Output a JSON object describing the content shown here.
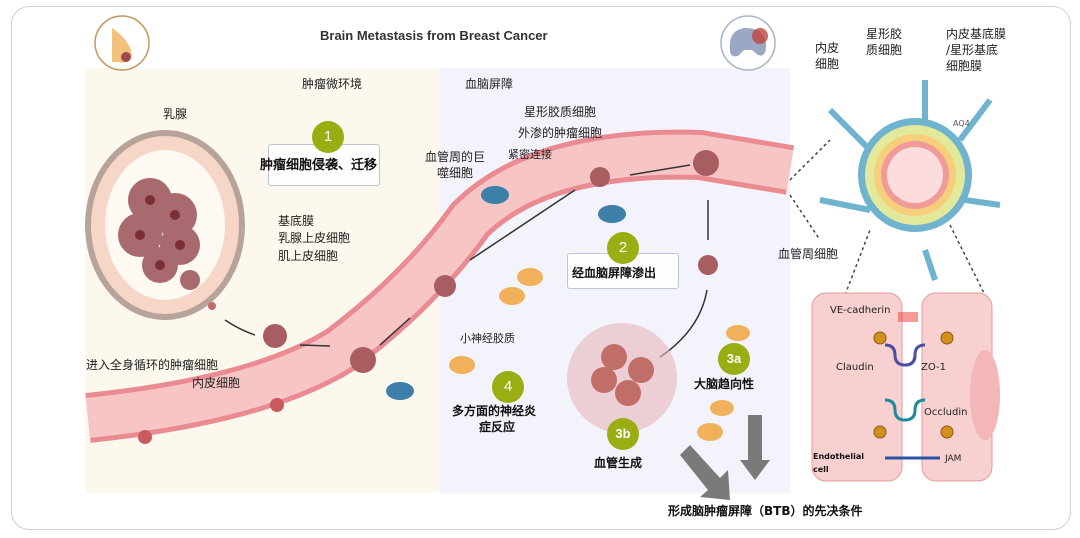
{
  "title": "Brain Metastasis from Breast Cancer",
  "sections": {
    "tumor_microenvironment": "肿瘤微环境",
    "blood_brain_barrier": "血脑屏障",
    "mammary_gland": "乳腺"
  },
  "steps": [
    {
      "badge": "1",
      "label": "肿瘤细胞侵袭、迁移"
    },
    {
      "badge": "2",
      "label": "经血脑屏障渗出"
    },
    {
      "badge": "3a",
      "label": "大脑趋向性"
    },
    {
      "badge": "3b",
      "label": "血管生成"
    },
    {
      "badge": "4",
      "label": "多方面的神经炎症反应",
      "label_line1": "多方面的神经炎",
      "label_line2": "症反应"
    }
  ],
  "labels": {
    "basement_membrane": "基底膜",
    "mammary_epithelial": "乳腺上皮细胞",
    "myoepithelial": "肌上皮细胞",
    "circulating_tumor_cell": "进入全身循环的肿瘤细胞",
    "endothelial_cell": "内皮细胞",
    "perivascular_macrophage_l1": "血管周的巨",
    "perivascular_macrophage_l2": "噬细胞",
    "tight_junction": "紧密连接",
    "astrocyte": "星形胶质细胞",
    "extravasated_tumor_cell": "外渗的肿瘤细胞",
    "microglia": "小神经胶质",
    "btb_prerequisite": "形成脑肿瘤屏障（BTB）的先决条件"
  },
  "cross_section": {
    "endothelial_l1": "内皮",
    "endothelial_l2": "细胞",
    "astrocyte_l1": "星形胶",
    "astrocyte_l2": "质细胞",
    "basement_l1": "内皮基底膜",
    "basement_l2": "/星形基底",
    "basement_l3": "细胞膜",
    "aq4": "AQ4",
    "pericyte": "血管周细胞"
  },
  "junction": {
    "ve_cadherin": "VE-cadherin",
    "claudin": "Claudin",
    "zo1": "ZO-1",
    "occludin": "Occludin",
    "endothelial_l1": "Endothelial",
    "endothelial_l2": "cell",
    "jam": "JAM"
  },
  "colors": {
    "badge": "#9aad12",
    "vessel": "#f2b5b5",
    "tumor": "#a0595c",
    "astrocyte": "#8fb0e0",
    "microglia": "#f0b15a",
    "macrophage": "#3d7fa8",
    "arrow_gray": "#7a7a7a"
  }
}
